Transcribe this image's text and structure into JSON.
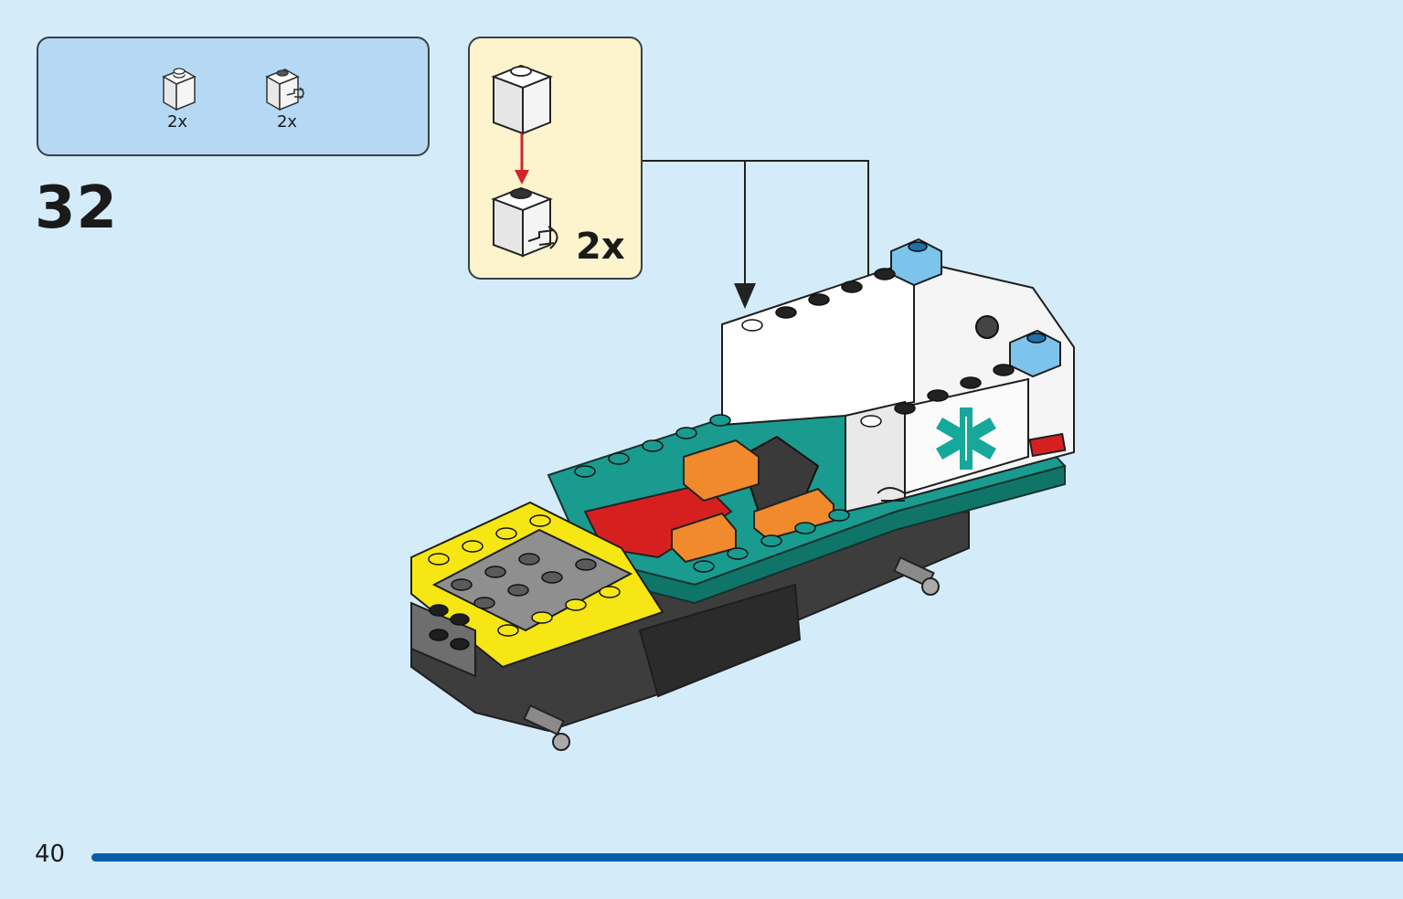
{
  "parts_list": {
    "items": [
      {
        "icon": "brick-1x1-white-icon",
        "quantity": "2x"
      },
      {
        "icon": "brick-1x1-clip-white-icon",
        "quantity": "2x"
      }
    ]
  },
  "step": {
    "number": "32"
  },
  "sub_assembly": {
    "quantity": "2x"
  },
  "footer": {
    "page_number": "40",
    "progress_fraction": 1.0
  },
  "colors": {
    "background": "#d4ecfa",
    "parts_box": "#b5d9f4",
    "callout": "#fdf3cc",
    "progress": "#0a5ea8",
    "arrow_red": "#d2232a",
    "teal": "#1a9b8f",
    "yellow": "#f5e614",
    "orange": "#f08a2c",
    "red": "#d62020"
  }
}
